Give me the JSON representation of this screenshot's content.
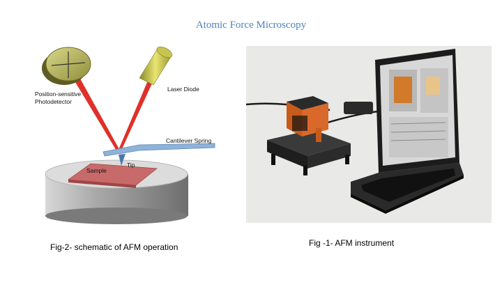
{
  "slide": {
    "title": "Atomic Force Microscopy"
  },
  "schematic": {
    "labels": {
      "photodetector_line1": "Position-sensitive",
      "photodetector_line2": "Photodetector",
      "laser": "Laser Diode",
      "cantilever": "Cantilever Spring",
      "tip": "Tip",
      "sample": "Sample"
    },
    "colors": {
      "laser_beam": "#e0302a",
      "detector": "#b5b45a",
      "laser_body": "#c8c450",
      "cantilever": "#8fb2d8",
      "sample": "#c96a6a",
      "stage": "#9a9a9a"
    }
  },
  "captions": {
    "fig2": "Fig-2- schematic of AFM operation",
    "fig1": "Fig -1- AFM instrument"
  }
}
